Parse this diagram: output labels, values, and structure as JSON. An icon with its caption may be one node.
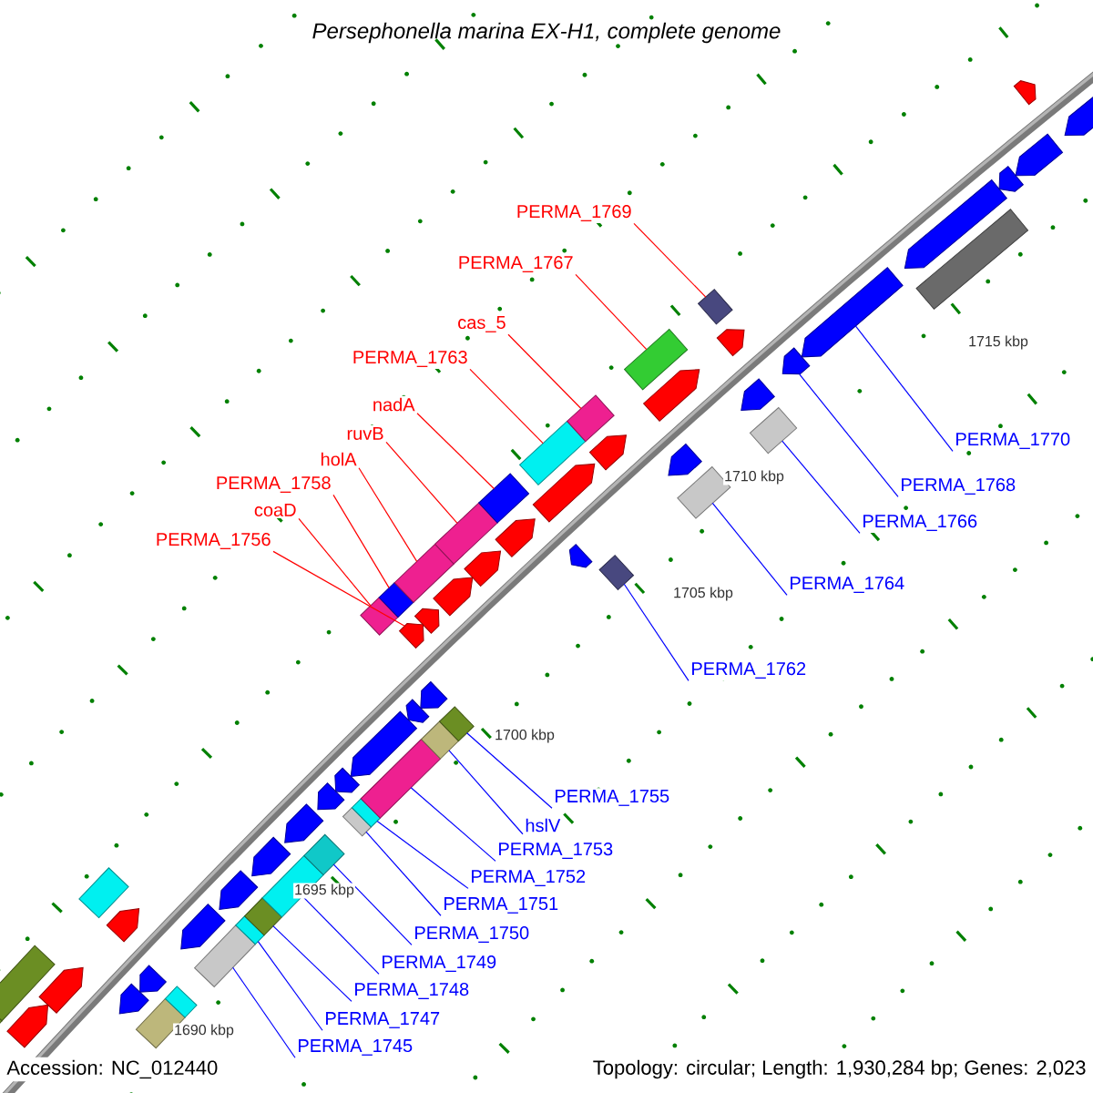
{
  "diagram": {
    "title": "Persephonella marina EX-H1, complete genome",
    "nodes": [
      {
        "text": [
          "PERMA_1769"
        ]
      },
      {
        "text": [
          "PERMA_1767"
        ]
      },
      {
        "text": [
          "cas_5"
        ]
      },
      {
        "text": [
          "PERMA_1763"
        ]
      },
      {
        "text": [
          "nadA"
        ]
      },
      {
        "text": [
          "ruvB"
        ]
      },
      {
        "text": [
          "holA"
        ]
      },
      {
        "text": [
          "PERMA_1758"
        ]
      },
      {
        "text": [
          "coaD"
        ]
      },
      {
        "text": [
          "PERMA_1756"
        ]
      },
      {
        "text": [
          "PERMA_1770"
        ]
      },
      {
        "text": [
          "PERMA_1768"
        ]
      },
      {
        "text": [
          "PERMA_1766"
        ]
      },
      {
        "text": [
          "PERMA_1764"
        ]
      },
      {
        "text": [
          "PERMA_1762"
        ]
      },
      {
        "text": [
          "PERMA_1755"
        ]
      },
      {
        "text": [
          "hslV"
        ]
      },
      {
        "text": [
          "PERMA_1753"
        ]
      },
      {
        "text": [
          "PERMA_1752"
        ]
      },
      {
        "text": [
          "PERMA_1751"
        ]
      },
      {
        "text": [
          "PERMA_1750"
        ]
      },
      {
        "text": [
          "PERMA_1749"
        ]
      },
      {
        "text": [
          "PERMA_1748"
        ]
      },
      {
        "text": [
          "PERMA_1747"
        ]
      },
      {
        "text": [
          "PERMA_1745"
        ]
      },
      {
        "text": [],
        "shape": "arrow"
      },
      {
        "text": [],
        "shape": "arrow"
      },
      {
        "text": [],
        "shape": "arrow"
      },
      {
        "text": [],
        "shape": "arrow"
      },
      {
        "text": [],
        "shape": "arrow"
      },
      {
        "text": [],
        "shape": "arrow"
      },
      {
        "text": [],
        "shape": "arrow"
      },
      {
        "text": [],
        "shape": "arrow"
      },
      {
        "text": [],
        "shape": "arrow"
      },
      {
        "text": [],
        "shape": "arrow"
      },
      {
        "text": [],
        "shape": "arrow"
      },
      {
        "text": [],
        "shape": "arrow"
      },
      {
        "text": [],
        "shape": "arrow"
      },
      {
        "text": [],
        "shape": "box"
      },
      {
        "text": [],
        "shape": "box"
      },
      {
        "text": [],
        "shape": "box"
      },
      {
        "text": [],
        "shape": "diamond"
      },
      {
        "text": [],
        "shape": "diamond"
      },
      {
        "text": [],
        "shape": "box"
      },
      {
        "text": [],
        "shape": "box"
      },
      {
        "text": [],
        "shape": "box"
      },
      {
        "text": [],
        "shape": "box"
      },
      {
        "text": [],
        "shape": "box"
      },
      {
        "text": [],
        "shape": "box"
      },
      {
        "text": [],
        "shape": "diamond"
      },
      {
        "text": [],
        "shape": "arrow"
      },
      {
        "text": [],
        "shape": "arrow"
      },
      {
        "text": [],
        "shape": "arrow"
      },
      {
        "text": [],
        "shape": "arrow"
      },
      {
        "text": [],
        "shape": "arrow"
      },
      {
        "text": [],
        "shape": "arrow"
      },
      {
        "text": [],
        "shape": "arrow"
      },
      {
        "text": [],
        "shape": "arrow"
      },
      {
        "text": [],
        "shape": "arrow"
      },
      {
        "text": [],
        "shape": "arrow"
      },
      {
        "text": [],
        "shape": "arrow"
      },
      {
        "text": [],
        "shape": "arrow"
      },
      {
        "text": [],
        "shape": "arrow"
      },
      {
        "text": [],
        "shape": "arrow"
      },
      {
        "text": [],
        "shape": "arrow"
      },
      {
        "text": [],
        "shape": "arrow"
      },
      {
        "text": [],
        "shape": "arrow"
      },
      {
        "text": [],
        "shape": "arrow"
      },
      {
        "text": [],
        "shape": "arrow"
      },
      {
        "text": [],
        "shape": "arrow"
      },
      {
        "text": [],
        "shape": "box"
      },
      {
        "text": [],
        "shape": "box"
      },
      {
        "text": [],
        "shape": "box"
      },
      {
        "text": [],
        "shape": "box"
      },
      {
        "text": [],
        "shape": "diamond"
      },
      {
        "text": [],
        "shape": "box"
      },
      {
        "text": [],
        "shape": "diamond"
      },
      {
        "text": [],
        "shape": "box"
      },
      {
        "text": [],
        "shape": "box"
      },
      {
        "text": [],
        "shape": "box"
      },
      {
        "text": [],
        "shape": "diamond"
      },
      {
        "text": [],
        "shape": "diamond"
      },
      {
        "text": [],
        "shape": "diamond"
      },
      {
        "text": [],
        "shape": "box"
      },
      {
        "text": [],
        "shape": "box"
      },
      {
        "text": [],
        "shape": "box"
      }
    ],
    "edges": [
      {
        "from": 0,
        "to": 49,
        "arrow": "none",
        "color": "#ff0000"
      },
      {
        "from": 1,
        "to": 48,
        "arrow": "none",
        "color": "#ff0000"
      },
      {
        "from": 2,
        "to": 47,
        "arrow": "none",
        "color": "#ff0000"
      },
      {
        "from": 3,
        "to": 46,
        "arrow": "none",
        "color": "#ff0000"
      },
      {
        "from": 4,
        "to": 45,
        "arrow": "none",
        "color": "#ff0000"
      },
      {
        "from": 5,
        "to": 44,
        "arrow": "none",
        "color": "#ff0000"
      },
      {
        "from": 6,
        "to": 43,
        "arrow": "none",
        "color": "#ff0000"
      },
      {
        "from": 7,
        "to": 42,
        "arrow": "none",
        "color": "#ff0000"
      },
      {
        "from": 8,
        "to": 41,
        "arrow": "none",
        "color": "#ff0000"
      },
      {
        "from": 9,
        "to": 28,
        "arrow": "none",
        "color": "#ff0000"
      },
      {
        "from": 10,
        "to": 65,
        "arrow": "none"
      },
      {
        "from": 11,
        "to": 64,
        "arrow": "none"
      },
      {
        "from": 12,
        "to": 84,
        "arrow": "none"
      },
      {
        "from": 13,
        "to": 83,
        "arrow": "none"
      },
      {
        "from": 14,
        "to": 82,
        "arrow": "none"
      },
      {
        "from": 15,
        "to": 81,
        "arrow": "none"
      },
      {
        "from": 16,
        "to": 80,
        "arrow": "none"
      },
      {
        "from": 17,
        "to": 79,
        "arrow": "none"
      },
      {
        "from": 18,
        "to": 78,
        "arrow": "none"
      },
      {
        "from": 19,
        "to": 77,
        "arrow": "none"
      },
      {
        "from": 20,
        "to": 76,
        "arrow": "none"
      },
      {
        "from": 21,
        "to": 75,
        "arrow": "none"
      },
      {
        "from": 22,
        "to": 74,
        "arrow": "none"
      },
      {
        "from": 23,
        "to": 73,
        "arrow": "none"
      },
      {
        "from": 24,
        "to": 72,
        "arrow": "none"
      }
    ],
    "labels": [
      "1715 kbp",
      "1710 kbp",
      "1705 kbp",
      "1700 kbp",
      "1695 kbp",
      "1690 kbp",
      "Accession: NC_012440",
      "Topology: circular; Length: 1,930,284 bp; Genes: 2,023"
    ]
  }
}
